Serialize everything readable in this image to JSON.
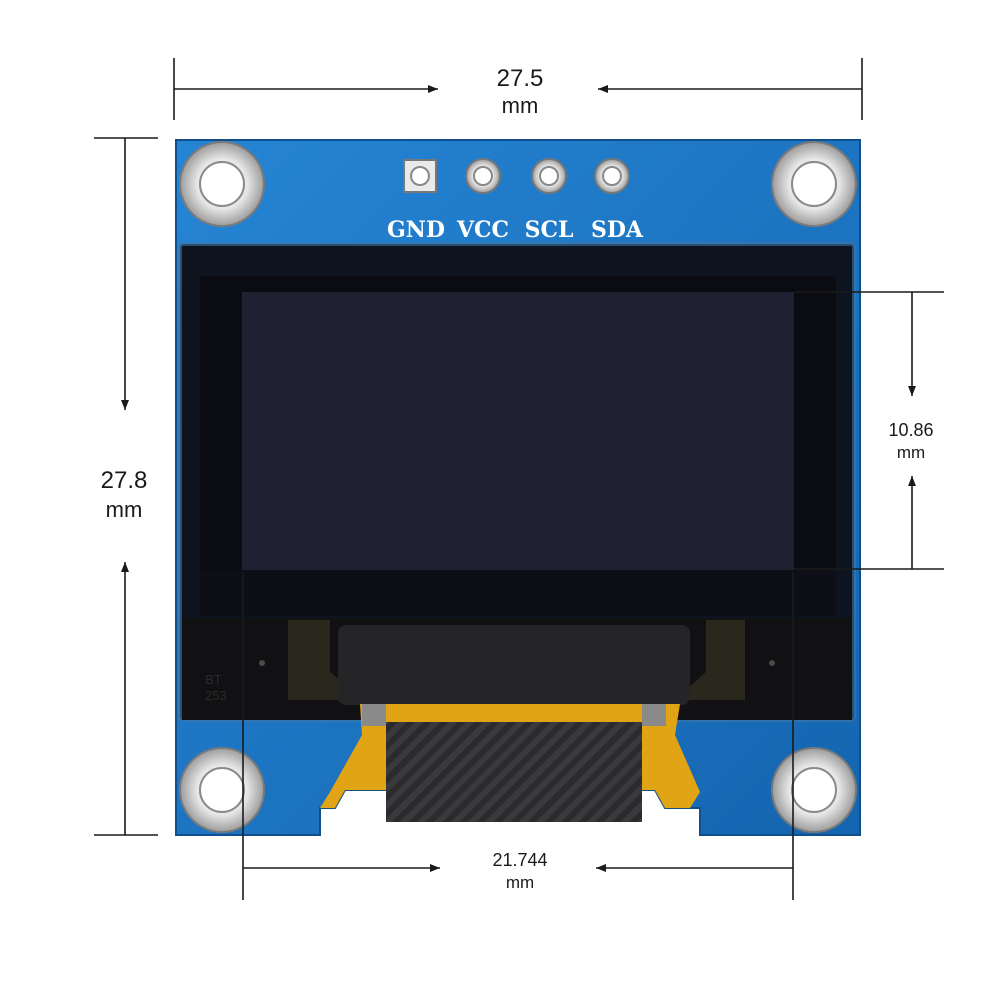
{
  "dimensions": {
    "width": {
      "value": "27.5",
      "unit": "mm"
    },
    "height": {
      "value": "27.8",
      "unit": "mm"
    },
    "active_height": {
      "value": "10.86",
      "unit": "mm"
    },
    "active_width": {
      "value": "21.744",
      "unit": "mm"
    }
  },
  "pins": [
    {
      "label": "GND",
      "pad": "square"
    },
    {
      "label": "VCC",
      "pad": "round"
    },
    {
      "label": "SCL",
      "pad": "round"
    },
    {
      "label": "SDA",
      "pad": "round"
    }
  ],
  "silkscreen": {
    "line1": "BT",
    "line2": "253"
  },
  "colors": {
    "pcb": "#1f7ac7",
    "screen": "#202033",
    "flex": "#e0a414",
    "pad": "#dcdcdc"
  }
}
